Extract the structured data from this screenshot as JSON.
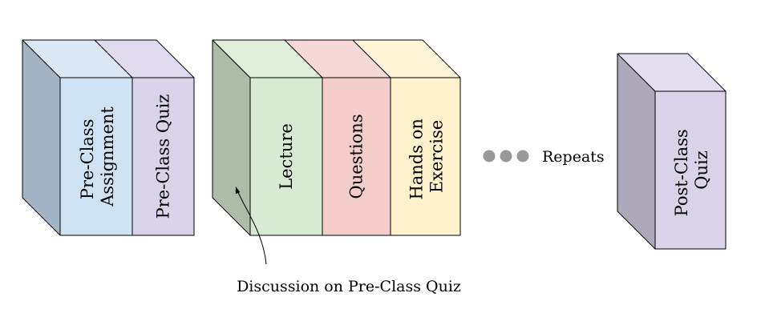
{
  "groups": [
    {
      "id": "pre-class",
      "blocks": [
        {
          "lines": [
            "Pre-Class",
            "Assignment"
          ],
          "front": "#cfe2f3",
          "top": "#dce8f6",
          "side": "#a2b4c3"
        },
        {
          "lines": [
            "Pre-Class Quiz"
          ],
          "front": "#d9d2e9",
          "top": "#e1dbef"
        }
      ]
    },
    {
      "id": "in-class",
      "blocks": [
        {
          "lines": [
            "Lecture"
          ],
          "front": "#d9ead3",
          "top": "#e2efdd",
          "side": "#adbca7"
        },
        {
          "lines": [
            "Questions"
          ],
          "front": "#f4cccc",
          "top": "#f7d8d8"
        },
        {
          "lines": [
            "Hands on",
            "Exercise"
          ],
          "front": "#fff2cc",
          "top": "#fff6da"
        }
      ]
    },
    {
      "id": "post-class",
      "blocks": [
        {
          "lines": [
            "Post-Class",
            "Quiz"
          ],
          "front": "#d9d2e9",
          "top": "#e3def0",
          "side": "#ada8ba"
        }
      ]
    }
  ],
  "repeats": {
    "label": "Repeats",
    "dot_color": "#999999",
    "dot_count": 3
  },
  "annotation": {
    "text": "Discussion on Pre-Class Quiz"
  }
}
